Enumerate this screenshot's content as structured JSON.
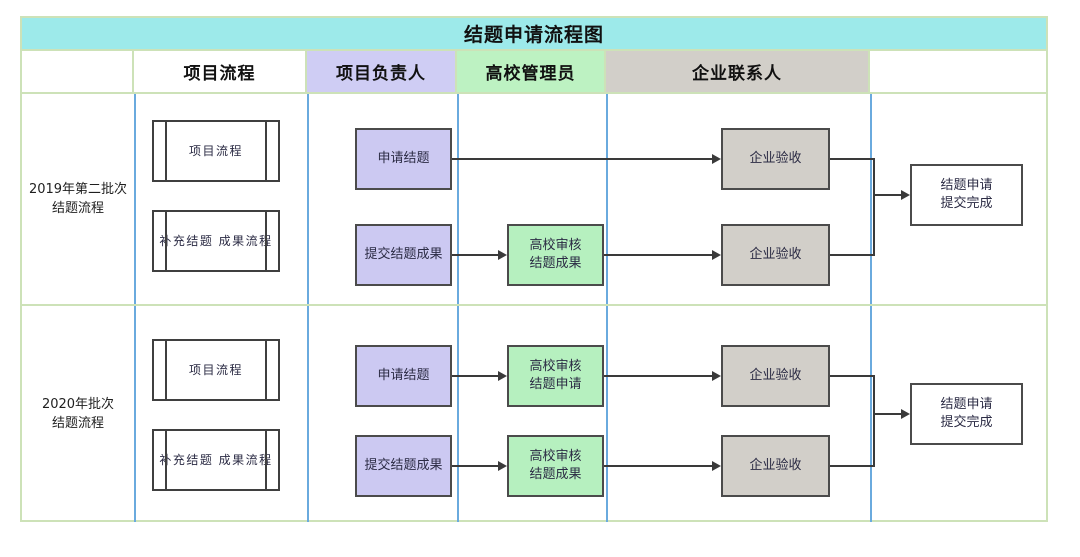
{
  "title": "结题申请流程图",
  "header": {
    "columns": [
      {
        "label": "",
        "color": "#ffffff"
      },
      {
        "label": "项目流程",
        "color": "#ffffff"
      },
      {
        "label": "项目负责人",
        "color": "#cfcdf4"
      },
      {
        "label": "高校管理员",
        "color": "#bdf2c2"
      },
      {
        "label": "企业联系人",
        "color": "#d2cfc9"
      },
      {
        "label": "",
        "color": "#ffffff"
      }
    ]
  },
  "rows": [
    {
      "label_line1": "2019年第二批次",
      "label_line2": "结题流程",
      "process_shapes": [
        {
          "line1": "项目流程",
          "line2": ""
        },
        {
          "line1": "补充结题",
          "line2": "成果流程"
        }
      ],
      "owner_nodes": [
        {
          "line1": "申请结题",
          "line2": ""
        },
        {
          "line1": "提交结题成果",
          "line2": ""
        }
      ],
      "admin_nodes": [
        {
          "line1": "高校审核",
          "line2": "结题成果"
        }
      ],
      "company_nodes": [
        {
          "line1": "企业验收",
          "line2": ""
        },
        {
          "line1": "企业验收",
          "line2": ""
        }
      ],
      "final_node": {
        "line1": "结题申请",
        "line2": "提交完成"
      }
    },
    {
      "label_line1": "2020年批次",
      "label_line2": "结题流程",
      "process_shapes": [
        {
          "line1": "项目流程",
          "line2": ""
        },
        {
          "line1": "补充结题",
          "line2": "成果流程"
        }
      ],
      "owner_nodes": [
        {
          "line1": "申请结题",
          "line2": ""
        },
        {
          "line1": "提交结题成果",
          "line2": ""
        }
      ],
      "admin_nodes": [
        {
          "line1": "高校审核",
          "line2": "结题申请"
        },
        {
          "line1": "高校审核",
          "line2": "结题成果"
        }
      ],
      "company_nodes": [
        {
          "line1": "企业验收",
          "line2": ""
        },
        {
          "line1": "企业验收",
          "line2": ""
        }
      ],
      "final_node": {
        "line1": "结题申请",
        "line2": "提交完成"
      }
    }
  ],
  "colors": {
    "title_bar": "#9deaea",
    "grid_green": "#cde2b8",
    "lane_blue": "#6aaade",
    "owner_fill": "#ccc9f2",
    "admin_fill": "#b6f0bf",
    "company_fill": "#d2cfc9",
    "node_stroke": "#4b4b4b",
    "connector": "#3a3a3a"
  }
}
